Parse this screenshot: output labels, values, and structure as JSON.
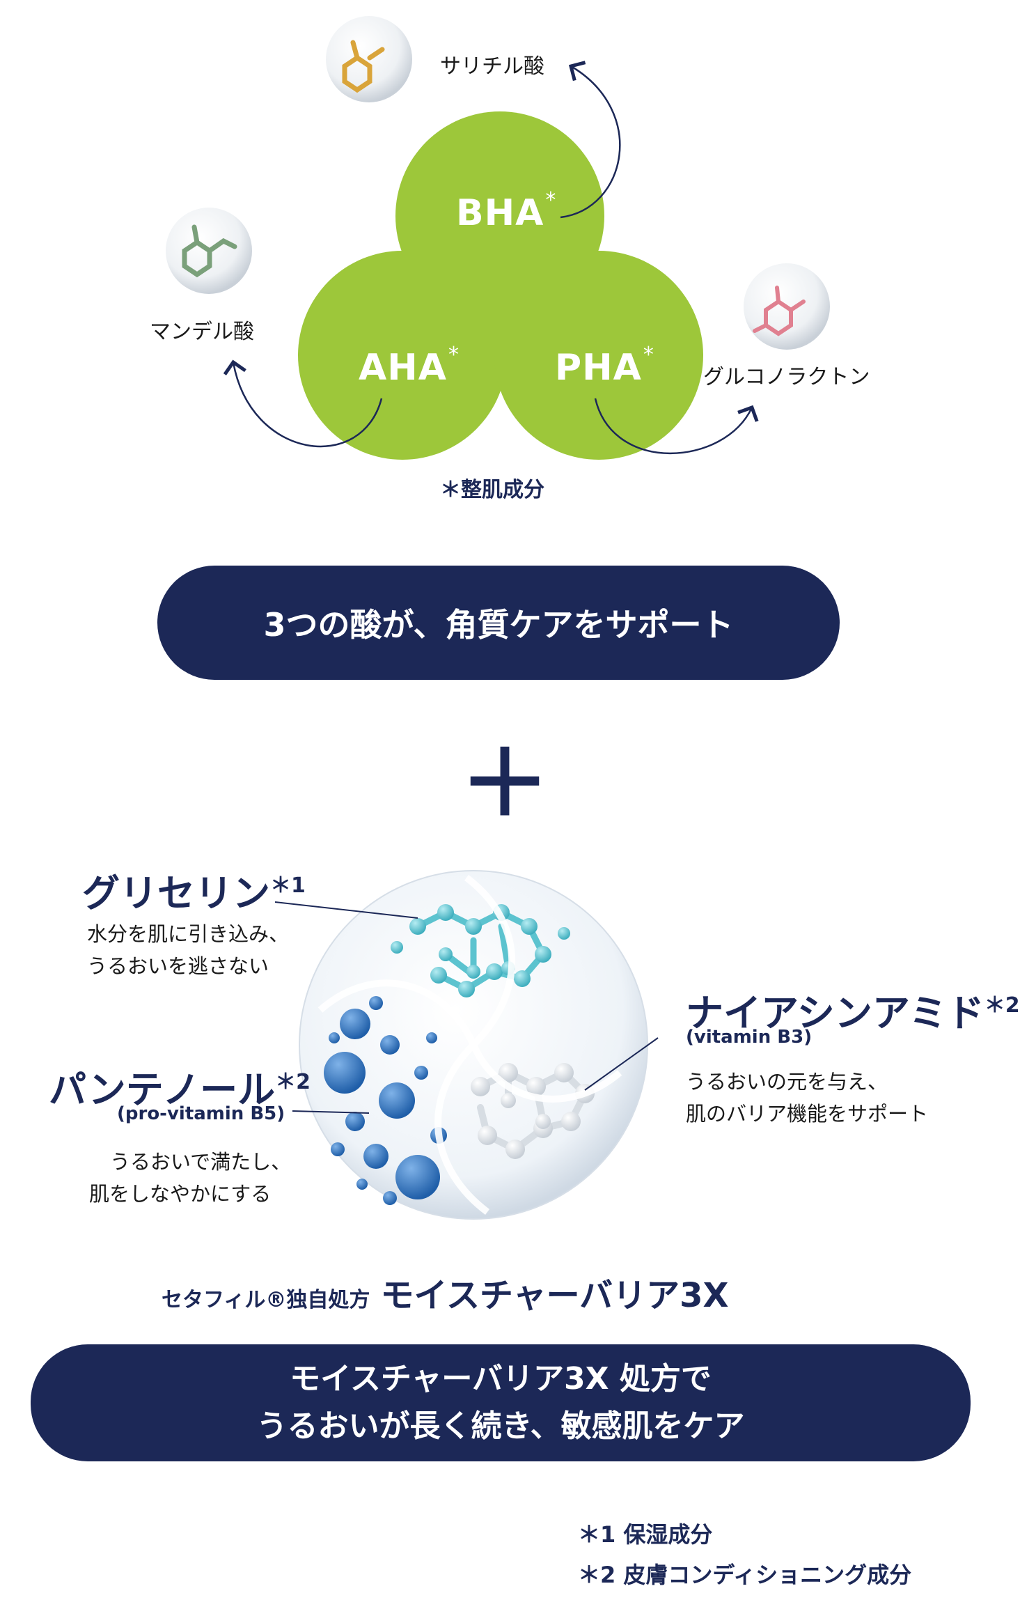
{
  "acids": {
    "bha": {
      "label": "BHA",
      "mark": "*",
      "ingredient": "サリチル酸"
    },
    "aha": {
      "label": "AHA",
      "mark": "*",
      "ingredient": "マンデル酸"
    },
    "pha": {
      "label": "PHA",
      "mark": "*",
      "ingredient": "グルコノラクトン"
    },
    "note": "＊整肌成分"
  },
  "banner1": "3つの酸が、角質ケアをサポート",
  "plus": "＋",
  "ingredients": {
    "glycerin": {
      "name": "グリセリン",
      "note": "＊1",
      "desc1": "水分を肌に引き込み、",
      "desc2": "うるおいを逃さない"
    },
    "panthenol": {
      "name": "パンテノール",
      "note": "＊2",
      "sub": "(pro-vitamin B5)",
      "desc1": "うるおいで満たし、",
      "desc2": "肌をしなやかにする"
    },
    "niacinamide": {
      "name": "ナイアシンアミド",
      "note": "＊2",
      "sub": "(vitamin B3)",
      "desc1": "うるおいの元を与え、",
      "desc2": "肌のバリア機能をサポート"
    }
  },
  "formula": {
    "prefix": "セタフィル®独自処方",
    "name": "モイスチャーバリア3X"
  },
  "banner2": {
    "line1": "モイスチャーバリア3X 処方で",
    "line2": "うるおいが長く続き、敏感肌をケア"
  },
  "footnotes": {
    "n1": "＊1  保湿成分",
    "n2": "＊2  皮膚コンディショニング成分"
  },
  "colors": {
    "green": "#9dc73a",
    "navy": "#1c2857",
    "cyan": "#5cc3cf",
    "blue": "#2a6fb8"
  }
}
